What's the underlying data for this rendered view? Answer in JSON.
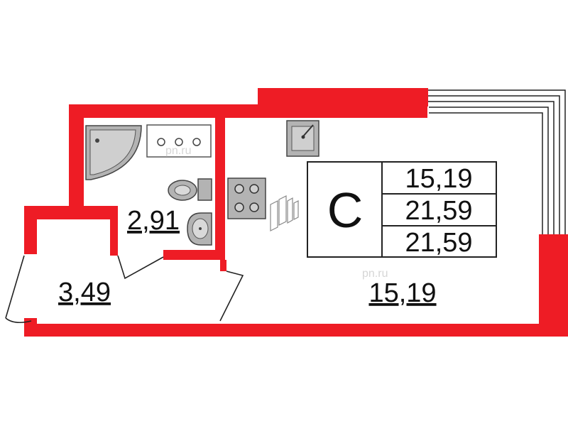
{
  "room_type_letter": "С",
  "legend_values": [
    "15,19",
    "21,59",
    "21,59"
  ],
  "room_areas": {
    "main_room": "15,19",
    "bathroom": "2,91",
    "hall": "3,49"
  },
  "watermark": "pn.ru",
  "colors": {
    "wall": "#ee1c25",
    "fixture_fill": "#b3b3b3",
    "text": "#111111"
  }
}
